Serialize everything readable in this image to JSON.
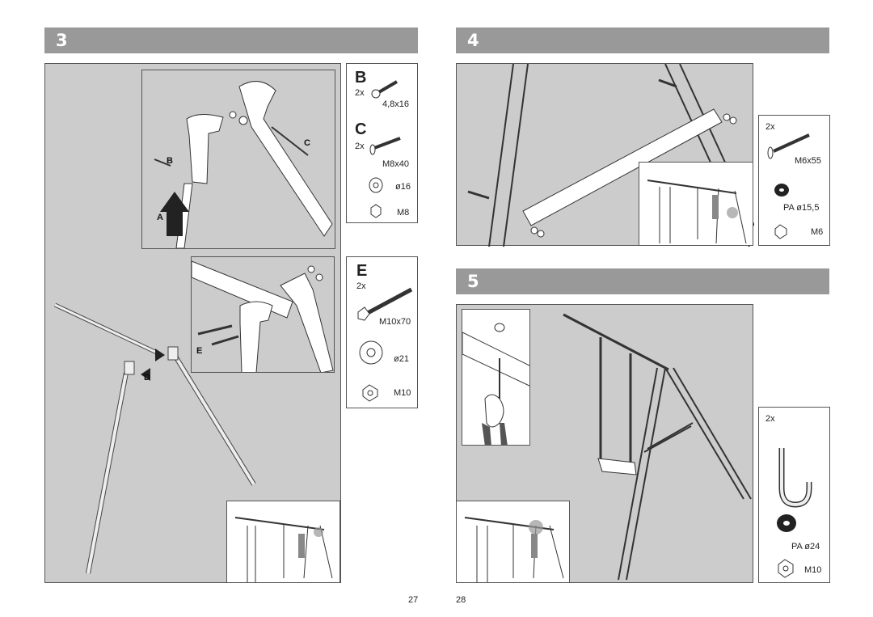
{
  "step3": {
    "number": "3",
    "callouts": {
      "a": "A",
      "b": "B",
      "c": "C",
      "d": "D",
      "e": "E"
    },
    "parts_top": {
      "b": {
        "letter": "B",
        "qty": "2x",
        "size": "4,8x16"
      },
      "c": {
        "letter": "C",
        "qty": "2x",
        "size": "M8x40",
        "washer": "ø16",
        "nut": "M8"
      }
    },
    "parts_bottom": {
      "e": {
        "letter": "E",
        "qty": "2x",
        "size": "M10x70",
        "washer": "ø21",
        "nut": "M10"
      }
    }
  },
  "step4": {
    "number": "4",
    "parts": {
      "qty": "2x",
      "bolt": "M6x55",
      "washer": "PA ø15,5",
      "nut": "M6"
    }
  },
  "step5": {
    "number": "5",
    "parts": {
      "qty": "2x",
      "washer": "PA ø24",
      "nut": "M10"
    }
  },
  "pages": {
    "left": "27",
    "right": "28"
  }
}
